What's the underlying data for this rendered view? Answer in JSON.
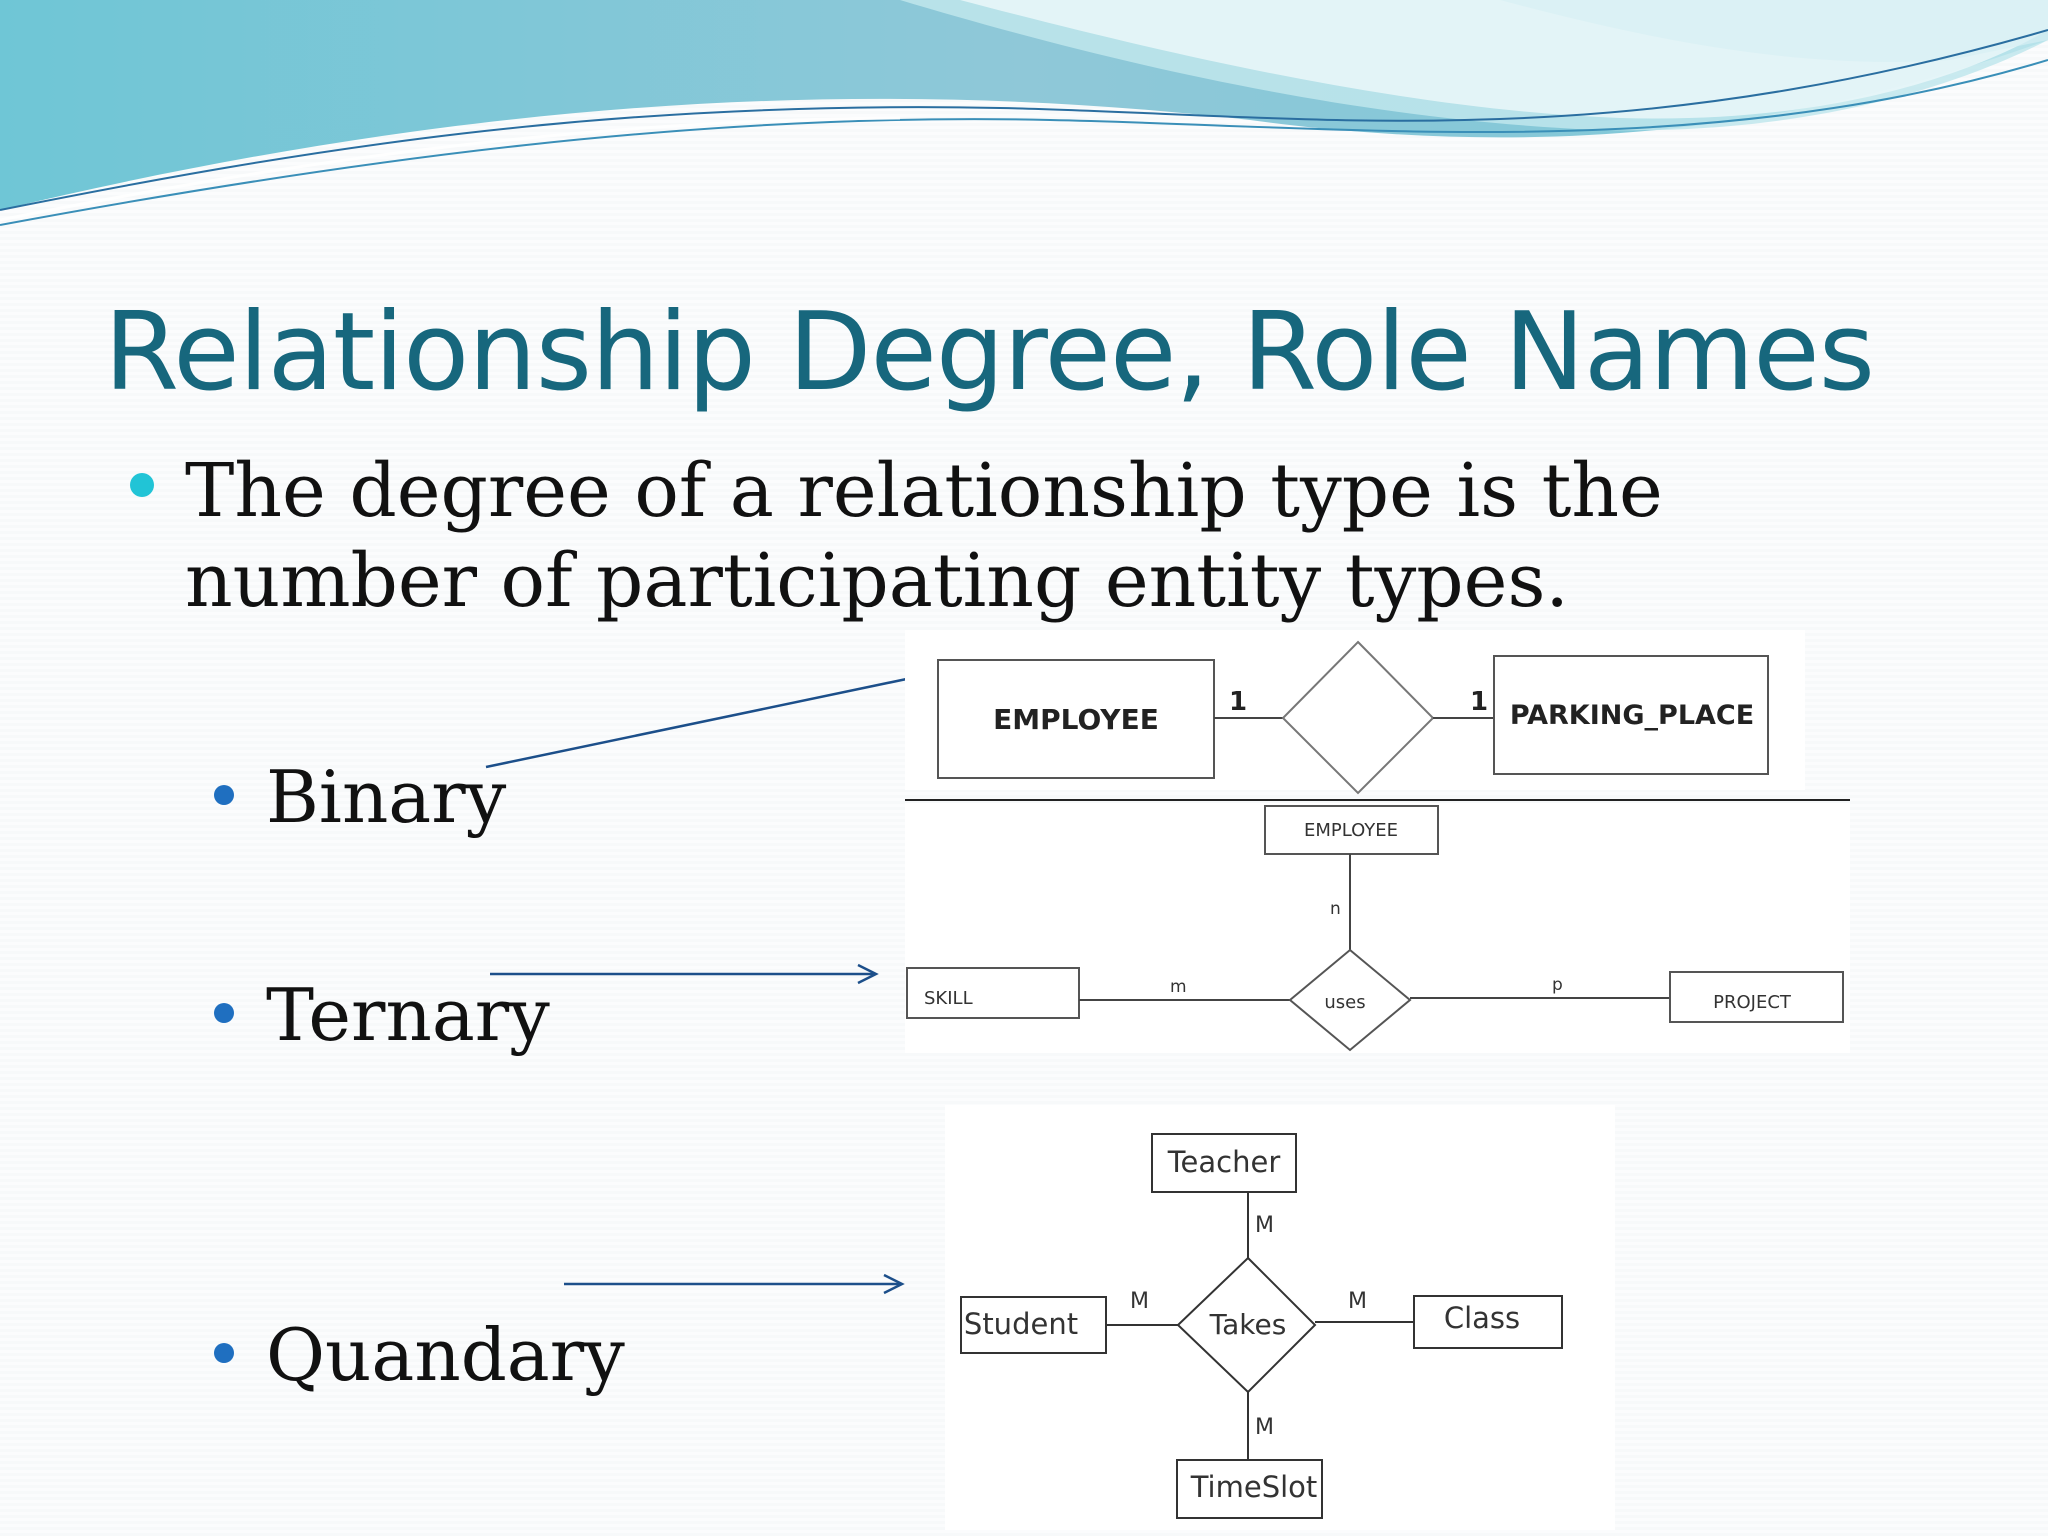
{
  "slide": {
    "title": "Relationship Degree, Role Names",
    "main_bullet": "The degree of a relationship type is the number of participating entity types.",
    "sub_bullets": [
      "Binary",
      "Ternary",
      "Quandary"
    ]
  },
  "colors": {
    "title": "#17677d",
    "main_bullet_dot": "#21c4d6",
    "sub_bullet_dot": "#1f6fc0",
    "arrow": "#1c4f8a"
  },
  "diagrams": {
    "binary": {
      "left_entity": "EMPLOYEE",
      "right_entity": "PARKING_PLACE",
      "left_cardinality": "1",
      "right_cardinality": "1"
    },
    "ternary": {
      "top_entity": "EMPLOYEE",
      "left_entity": "SKILL",
      "right_entity": "PROJECT",
      "relationship": "uses",
      "top_cardinality": "n",
      "left_cardinality": "m",
      "right_cardinality": "p"
    },
    "quaternary": {
      "top_entity": "Teacher",
      "left_entity": "Student",
      "right_entity": "Class",
      "bottom_entity": "TimeSlot",
      "relationship": "Takes",
      "top_cardinality": "M",
      "left_cardinality": "M",
      "right_cardinality": "M",
      "bottom_cardinality": "M"
    }
  }
}
